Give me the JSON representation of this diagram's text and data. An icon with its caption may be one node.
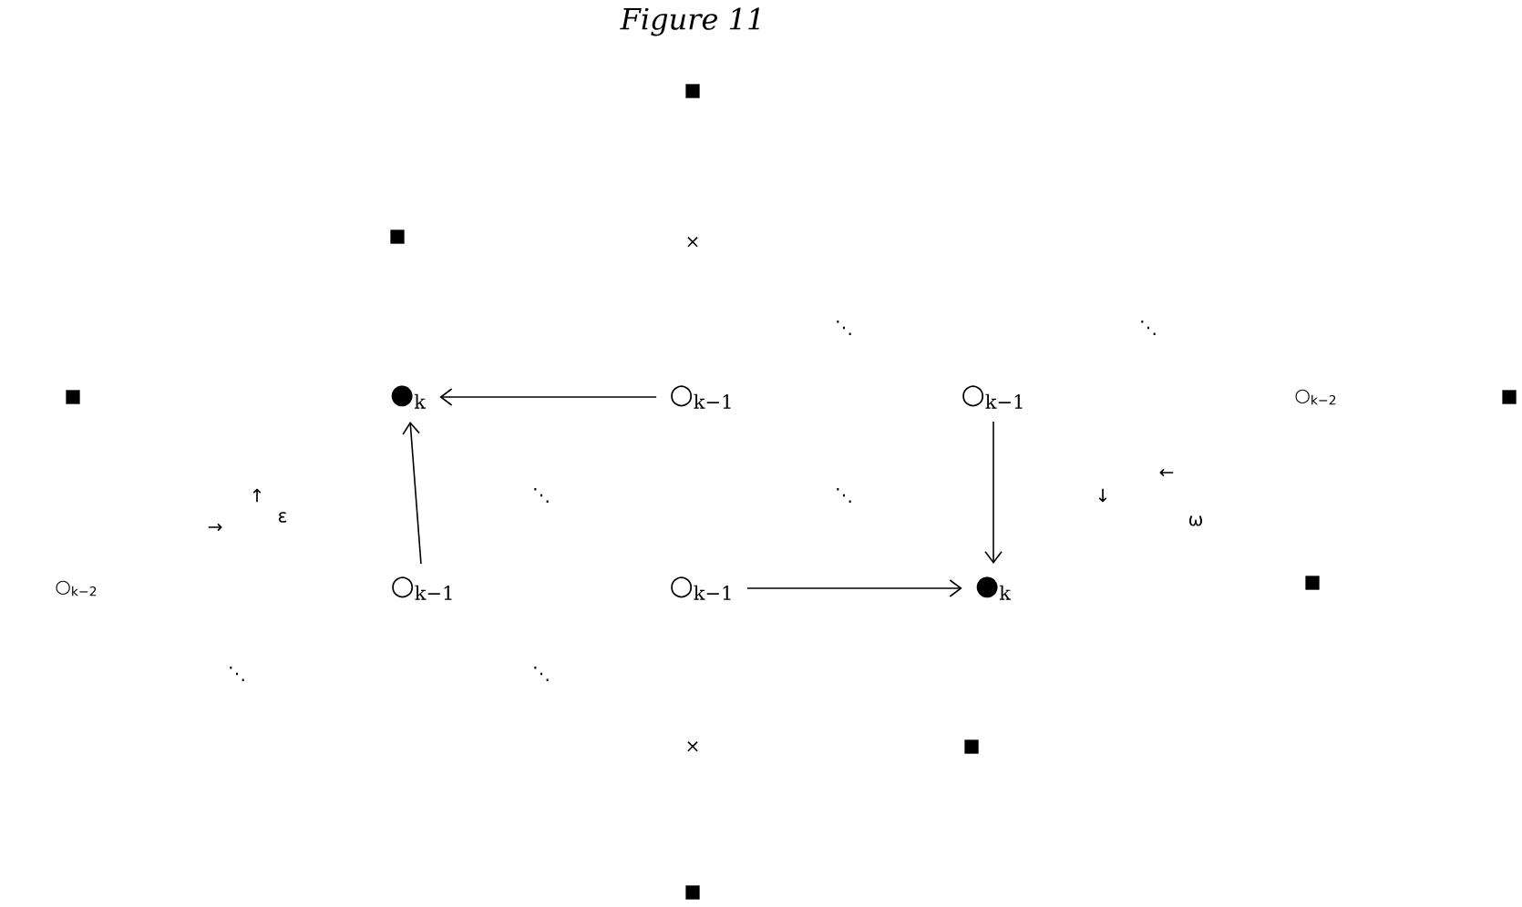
{
  "diagram": {
    "title": "Figure 11",
    "nodes": [
      {
        "text": [
          "●$_{k}$"
        ]
      },
      {
        "text": [
          "○$_{k−1}$"
        ]
      },
      {
        "text": [
          "○$_{k−1}$"
        ]
      },
      {
        "text": [
          "○$_{k−1}$"
        ]
      },
      {
        "text": [
          "○$_{k−1}$"
        ]
      },
      {
        "text": [
          "●$_{k}$"
        ]
      }
    ],
    "edges": [
      {
        "from": 1,
        "to": 0,
        "arrow": "to"
      },
      {
        "from": 3,
        "to": 0,
        "arrow": "to"
      },
      {
        "from": 2,
        "to": 5,
        "arrow": "to"
      },
      {
        "from": 4,
        "to": 5,
        "arrow": "to"
      }
    ],
    "labels": [
      "■",
      "■",
      "×",
      "⋱",
      "⋱",
      "■",
      "○$_{k−2}$",
      "■",
      "→",
      "↑",
      "ε",
      "⋱",
      "⋱",
      "↓",
      "←",
      "ω",
      "○$_{k−2}$",
      "■",
      "⋱",
      "⋱",
      "×",
      "■",
      "■"
    ]
  }
}
